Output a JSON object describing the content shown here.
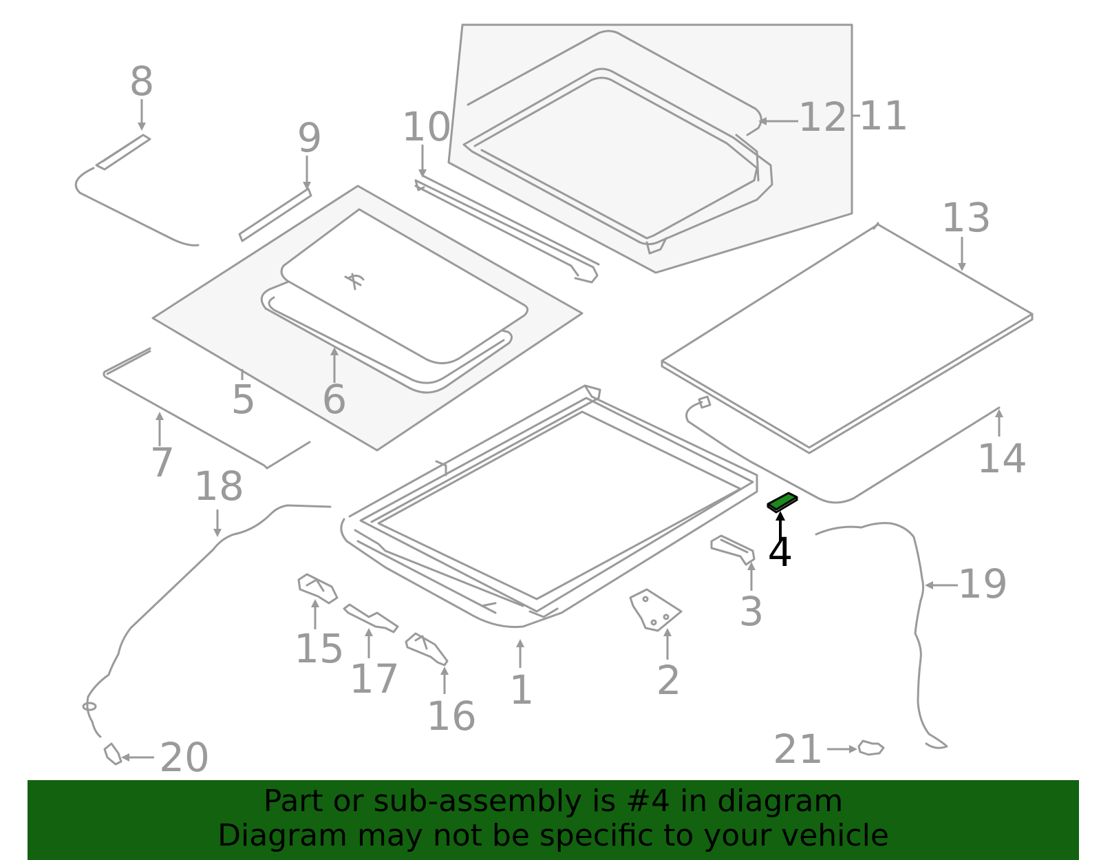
{
  "callouts": {
    "c1": "1",
    "c2": "2",
    "c3": "3",
    "c4": "4",
    "c5": "5",
    "c6": "6",
    "c7": "7",
    "c8": "8",
    "c9": "9",
    "c10": "10",
    "c11": "11",
    "c12": "12",
    "c13": "13",
    "c14": "14",
    "c15": "15",
    "c16": "16",
    "c17": "17",
    "c18": "18",
    "c19": "19",
    "c20": "20",
    "c21": "21"
  },
  "highlighted_part": "4",
  "colors": {
    "banner": "#12620f",
    "highlight": "#000000",
    "part_stroke": "#9a9a9a",
    "highlight_fill": "#1a8a1a"
  },
  "banner": {
    "line1": "Part or sub-assembly is #4 in diagram",
    "line2": "Diagram may not be specific to your vehicle"
  }
}
